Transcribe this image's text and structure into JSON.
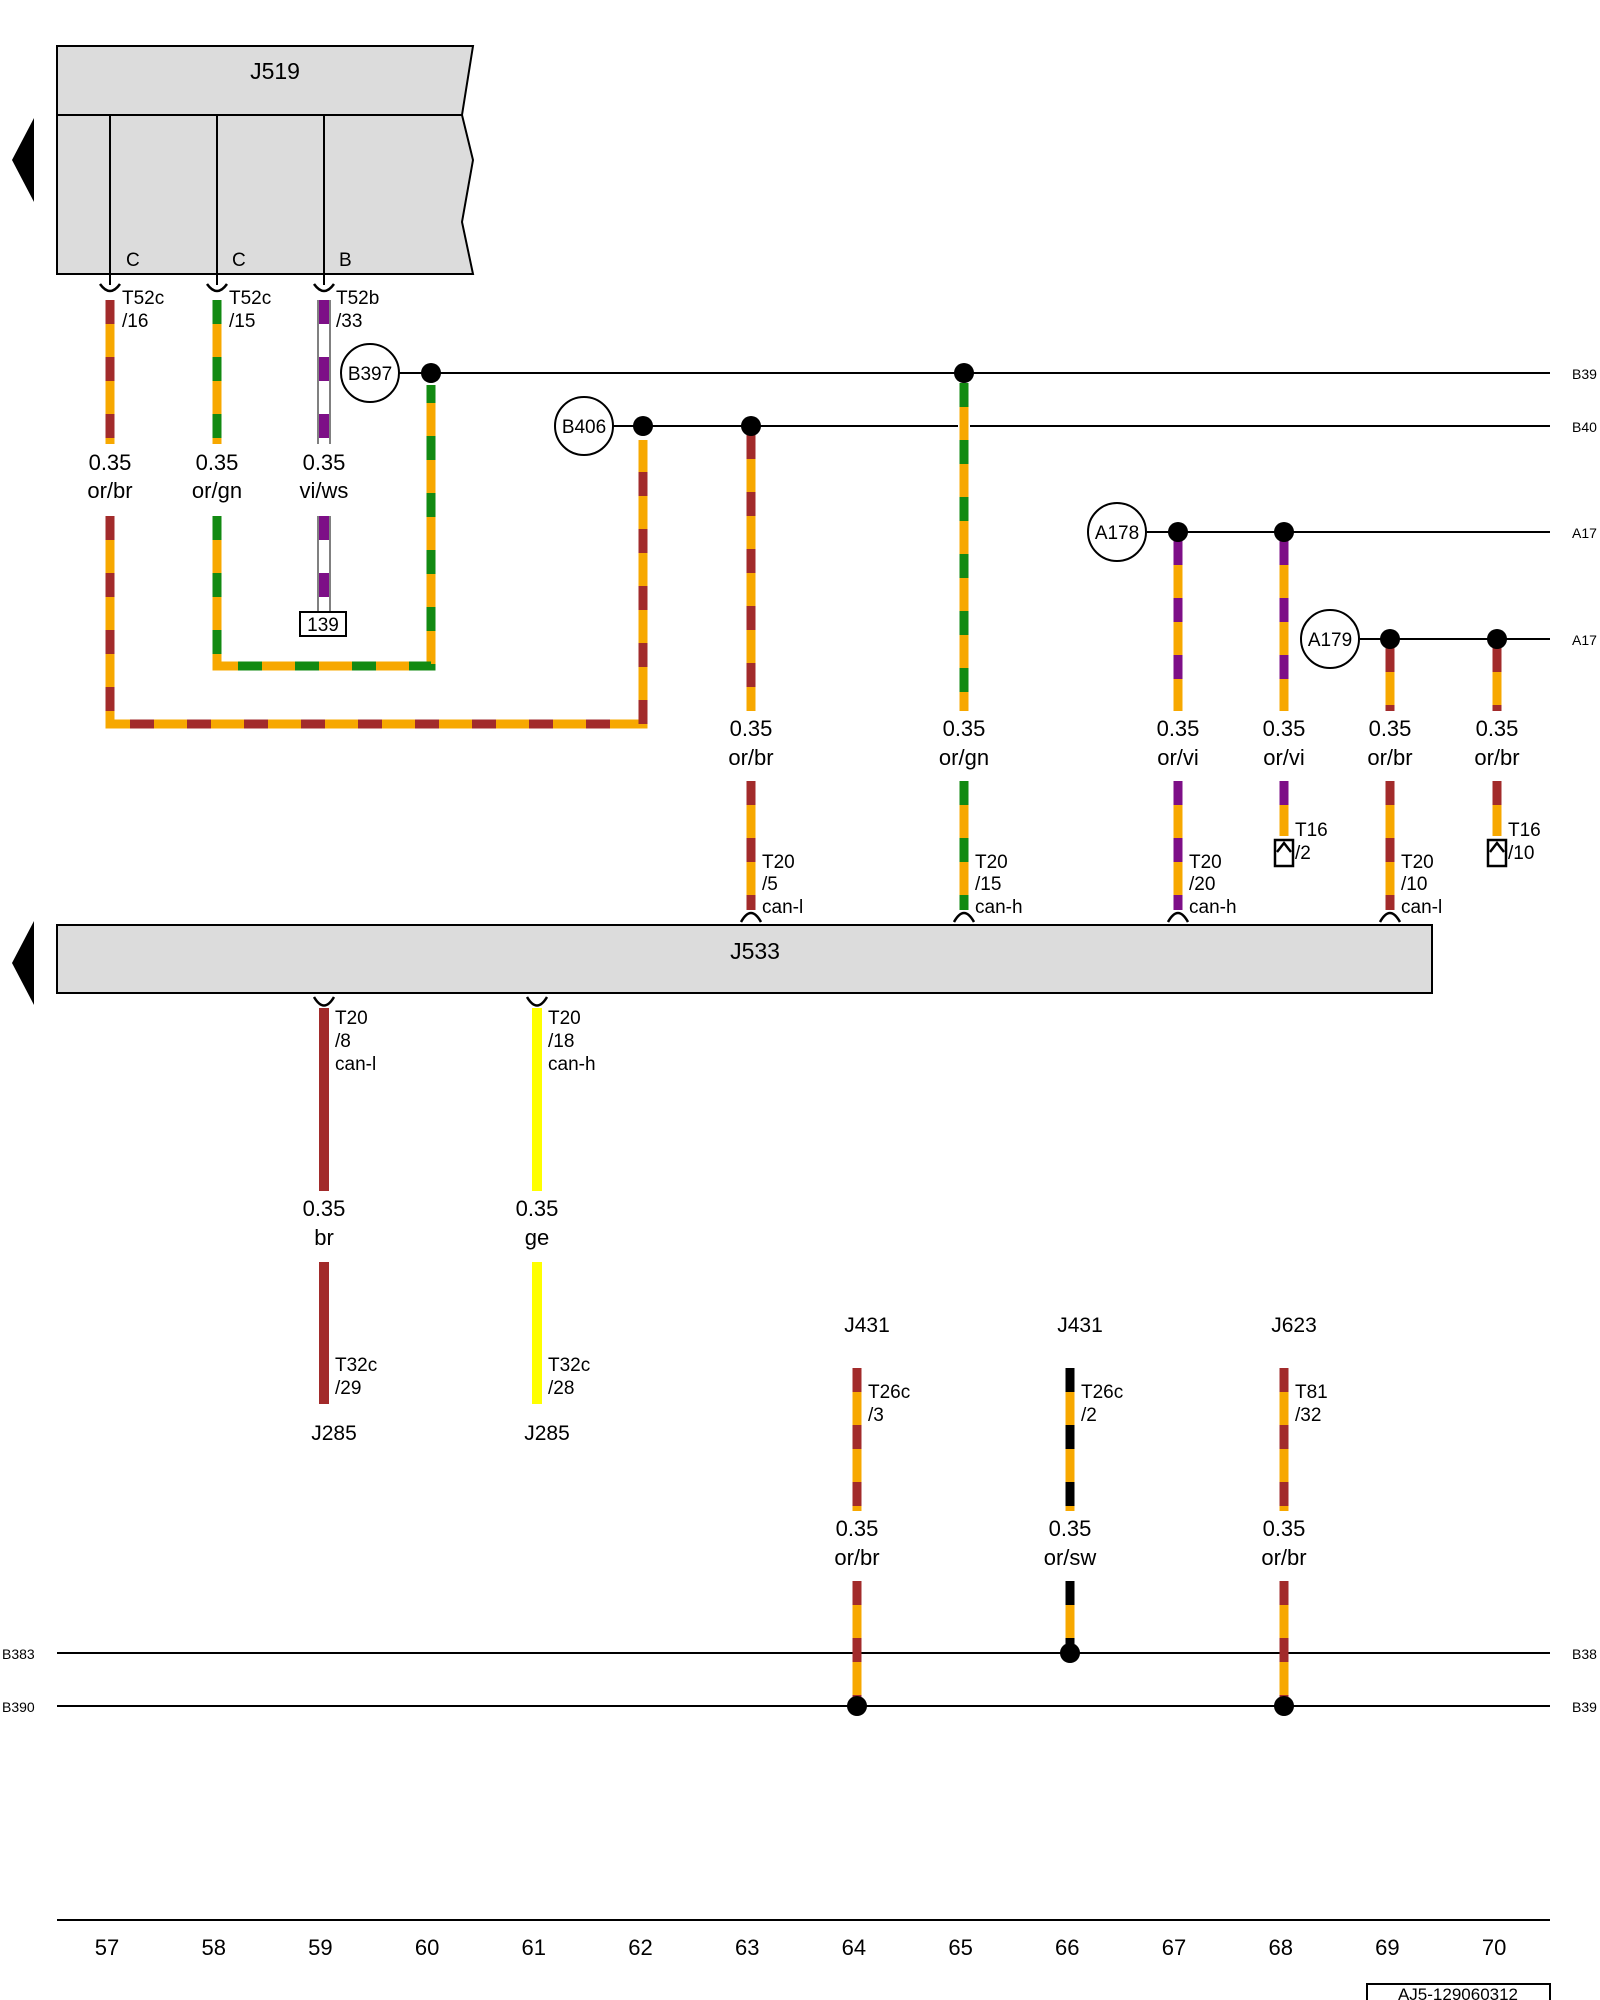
{
  "colors": {
    "orange": "#f7a800",
    "brown": "#a22b2b",
    "green": "#128a12",
    "violet": "#7d0f87",
    "white": "#ffffff",
    "black": "#000000",
    "yellow": "#ffff00",
    "component_fill": "#dcdcdc"
  },
  "components": {
    "j519": "J519",
    "j533": "J533",
    "j285_a": "J285",
    "j285_b": "J285",
    "j431_a": "J431",
    "j431_b": "J431",
    "j623": "J623"
  },
  "j519_pin_letters": [
    "C",
    "C",
    "B"
  ],
  "connection_points": {
    "b397": "B397",
    "b406": "B406",
    "a178": "A178",
    "a179": "A179"
  },
  "bus_labels": {
    "top_b397_right": "B39",
    "top_b406_right": "B40",
    "a178_right": "A17",
    "a179_right": "A17",
    "b383_left": "B383",
    "b390_left": "B390",
    "b383_right": "B38",
    "b390_right": "B39"
  },
  "wires": [
    {
      "id": "w57",
      "gauge": "0.35",
      "color_code": "or/br",
      "pin": [
        "T52c",
        "/16"
      ]
    },
    {
      "id": "w58",
      "gauge": "0.35",
      "color_code": "or/gn",
      "pin": [
        "T52c",
        "/15"
      ]
    },
    {
      "id": "w59",
      "gauge": "0.35",
      "color_code": "vi/ws",
      "pin": [
        "T52b",
        "/33"
      ],
      "reference": "139"
    },
    {
      "id": "w63",
      "gauge": "0.35",
      "color_code": "or/br",
      "pin": [
        "T20",
        "/5",
        "can-l"
      ]
    },
    {
      "id": "w65",
      "gauge": "0.35",
      "color_code": "or/gn",
      "pin": [
        "T20",
        "/15",
        "can-h"
      ]
    },
    {
      "id": "w67",
      "gauge": "0.35",
      "color_code": "or/vi",
      "pin": [
        "T20",
        "/20",
        "can-h"
      ]
    },
    {
      "id": "w68",
      "gauge": "0.35",
      "color_code": "or/vi",
      "pin": [
        "T16",
        "/2"
      ]
    },
    {
      "id": "w69",
      "gauge": "0.35",
      "color_code": "or/br",
      "pin": [
        "T20",
        "/10",
        "can-l"
      ]
    },
    {
      "id": "w70",
      "gauge": "0.35",
      "color_code": "or/br",
      "pin": [
        "T16",
        "/10"
      ]
    },
    {
      "id": "w59b",
      "gauge": "0.35",
      "color_code": "br",
      "pin": [
        "T20",
        "/8",
        "can-l"
      ],
      "pin2": [
        "T32c",
        "/29"
      ]
    },
    {
      "id": "w61b",
      "gauge": "0.35",
      "color_code": "ge",
      "pin": [
        "T20",
        "/18",
        "can-h"
      ],
      "pin2": [
        "T32c",
        "/28"
      ]
    },
    {
      "id": "w64",
      "gauge": "0.35",
      "color_code": "or/br",
      "pin": [
        "T26c",
        "/3"
      ]
    },
    {
      "id": "w66",
      "gauge": "0.35",
      "color_code": "or/sw",
      "pin": [
        "T26c",
        "/2"
      ]
    },
    {
      "id": "w68b",
      "gauge": "0.35",
      "color_code": "or/br",
      "pin": [
        "T81",
        "/32"
      ]
    }
  ],
  "column_numbers": [
    "57",
    "58",
    "59",
    "60",
    "61",
    "62",
    "63",
    "64",
    "65",
    "66",
    "67",
    "68",
    "69",
    "70"
  ],
  "doc_id": "AJ5-129060312"
}
